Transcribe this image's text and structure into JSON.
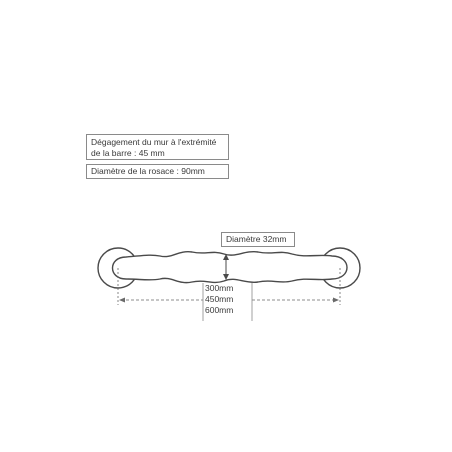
{
  "annotations": {
    "clearance_line1": "Dégagement du mur à l'extrémité",
    "clearance_line2": "de la barre : 45 mm",
    "rosette_diameter": "Diamètre de la rosace : 90mm",
    "bar_diameter": "Diamètre 32mm"
  },
  "lengths": [
    "300mm",
    "450mm",
    "600mm"
  ],
  "colors": {
    "outline": "#4a4a4a",
    "dimension": "#6a6a6a",
    "box_border": "#8a8a8a",
    "text": "#3a3a3a"
  }
}
